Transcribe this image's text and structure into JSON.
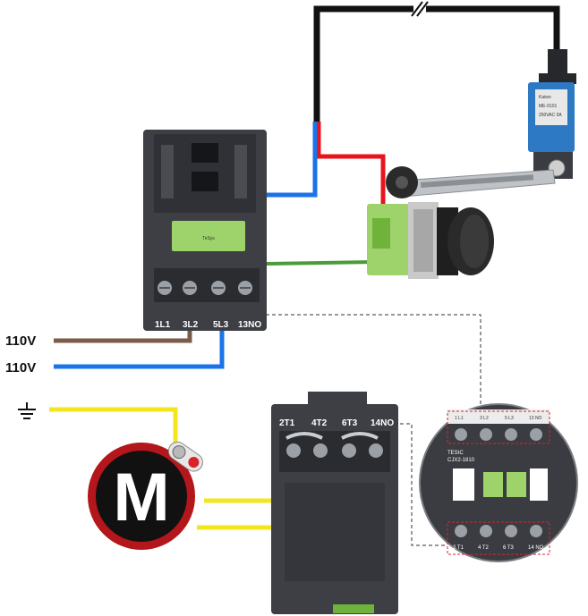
{
  "supply": {
    "phase_label": "110V",
    "neutral_label": "110V"
  },
  "top_contactor": {
    "terminals": [
      "1L1",
      "3L2",
      "5L3",
      "13NO"
    ]
  },
  "bottom_contactor": {
    "terminals": [
      "2T1",
      "4T2",
      "6T3",
      "14NO"
    ]
  },
  "motor": {
    "symbol": "M"
  },
  "detail_contactor": {
    "top_terminals": [
      "1 L1",
      "3 L2",
      "5 L3",
      "13 NO"
    ],
    "bottom_terminals": [
      "2 T1",
      "4 T2",
      "6 T3",
      "14 NO"
    ],
    "brand": "TESIC",
    "model": "CJX2-1810"
  },
  "limit_switch": {
    "label_lines": [
      "Kaiwo",
      "ME-9101",
      "250VAC 5A"
    ]
  },
  "icons": [
    "ground-icon",
    "motor-icon",
    "limit-switch-icon",
    "push-button-icon",
    "wire-break-icon"
  ],
  "colors": {
    "wire_black": "#111111",
    "wire_red": "#e8141c",
    "wire_blue": "#1a73e8",
    "wire_brown": "#7b5b4a",
    "wire_green": "#4a9b3a",
    "wire_yellow": "#f3e61d",
    "contactor_body": "#3d3f44",
    "switch_body": "#2e79c4",
    "button_green": "#9ed26a",
    "motor_ring": "#b3161b"
  }
}
